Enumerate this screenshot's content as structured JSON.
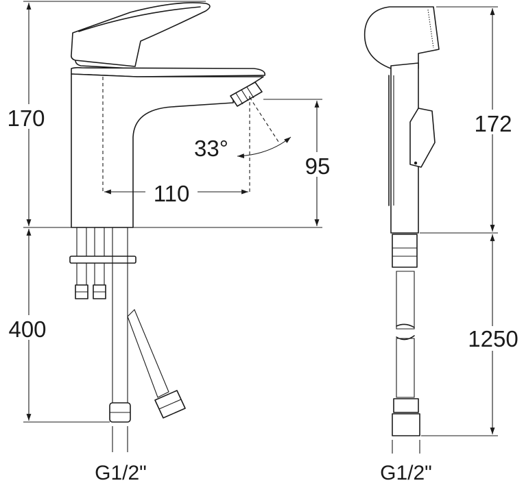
{
  "faucet": {
    "height_label": "170",
    "hose_length_label": "400",
    "reach_label": "110",
    "spout_height_label": "95",
    "angle_label": "33°",
    "thread_label": "G1/2\""
  },
  "hand_shower": {
    "height_label": "172",
    "hose_length_label": "1250",
    "thread_label": "G1/2\""
  },
  "colors": {
    "line": "#1a1a1a",
    "background": "#ffffff"
  }
}
